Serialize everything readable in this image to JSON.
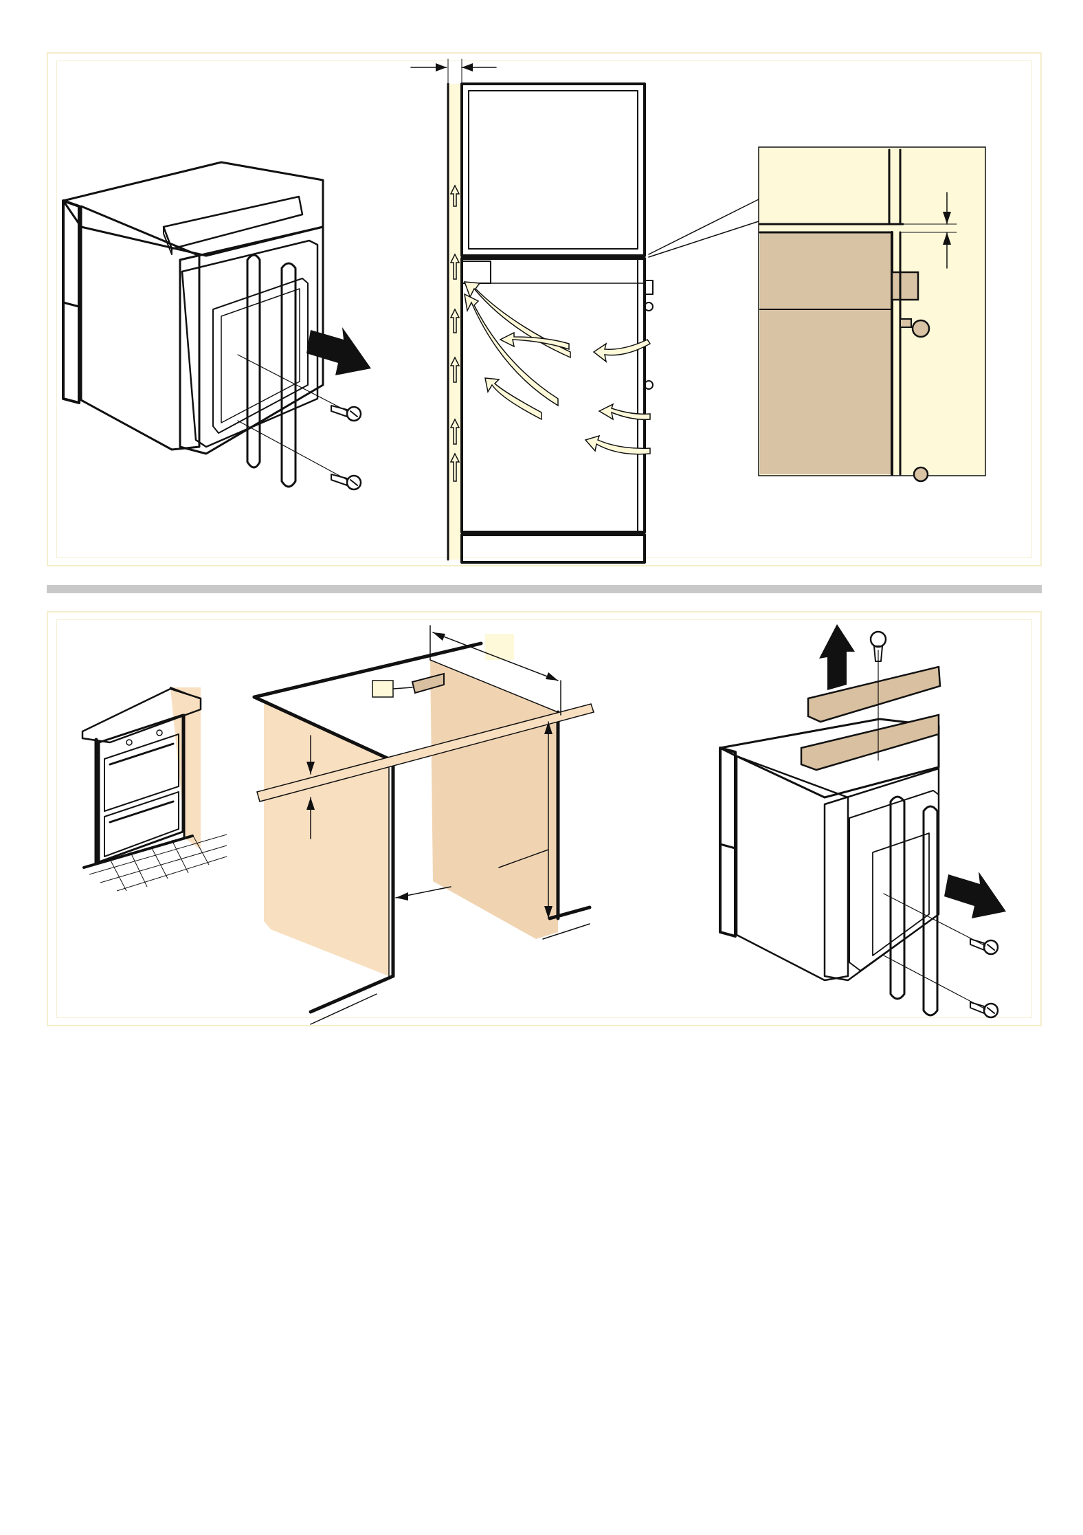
{
  "colors": {
    "panel_border": "#f4eecb",
    "cream": "#fdf9d9",
    "tan": "#d9c3a5",
    "wood": "#d8c0a0",
    "peach": "#f8dfc0",
    "grey_bar": "#c8c8c8",
    "ink": "#111111",
    "oven_white": "#ffffff",
    "oven_window": "#a9998a"
  },
  "figures": [
    "oven-side-trim-strips-removal",
    "cabinet-ventilation-cross-section",
    "ventilation-gap-detail",
    "kitchen-built-in-oven",
    "housing-cabinet-dimensions",
    "oven-top-trim-strips-removal"
  ]
}
